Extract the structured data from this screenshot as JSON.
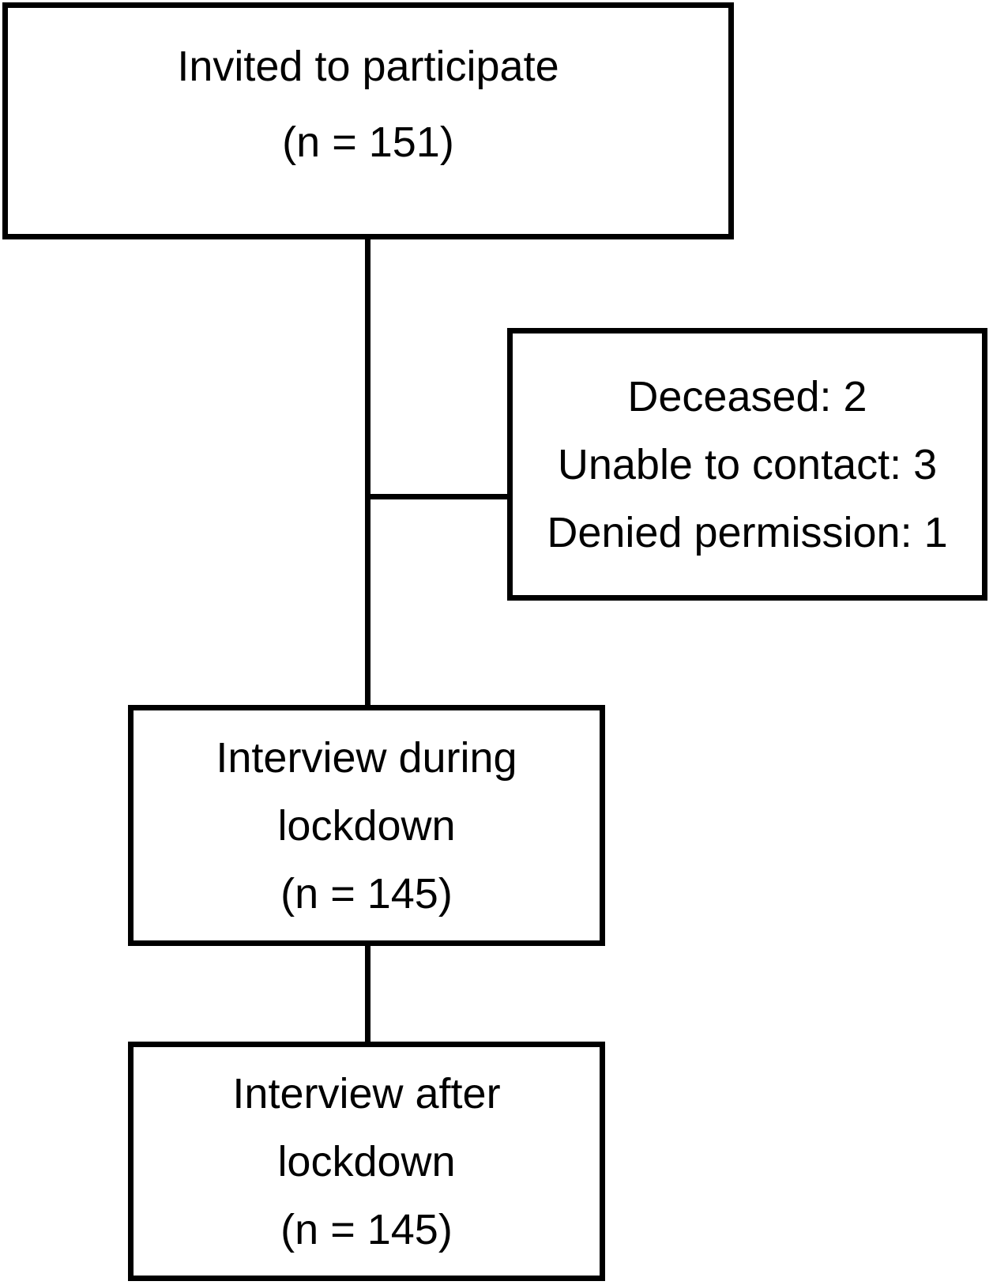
{
  "diagram": {
    "boxes": {
      "invited": {
        "lines": [
          "Invited to participate",
          "(n = 151)"
        ]
      },
      "excluded": {
        "lines": [
          "Deceased: 2",
          "Unable to contact: 3",
          "Denied permission: 1"
        ]
      },
      "during": {
        "lines": [
          "Interview during",
          "lockdown",
          "(n = 145)"
        ]
      },
      "after": {
        "lines": [
          "Interview after",
          "lockdown",
          "(n = 145)"
        ]
      }
    },
    "colors": {
      "stroke": "#000000",
      "background": "#ffffff"
    }
  }
}
